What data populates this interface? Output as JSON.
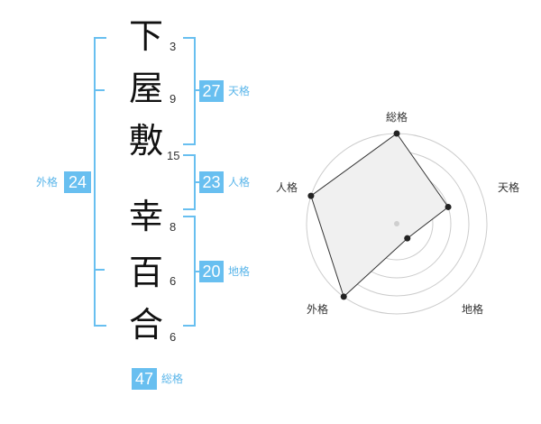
{
  "name_chars": [
    {
      "char": "下",
      "strokes": "3"
    },
    {
      "char": "屋",
      "strokes": "9"
    },
    {
      "char": "敷",
      "strokes": "15"
    },
    {
      "char": "幸",
      "strokes": "8"
    },
    {
      "char": "百",
      "strokes": "6"
    },
    {
      "char": "合",
      "strokes": "6"
    }
  ],
  "fortunes": {
    "tenkaku": {
      "label": "天格",
      "value": "27"
    },
    "jinkaku": {
      "label": "人格",
      "value": "23"
    },
    "chikaku": {
      "label": "地格",
      "value": "20"
    },
    "gaikaku": {
      "label": "外格",
      "value": "24"
    },
    "soukaku": {
      "label": "総格",
      "value": "47"
    }
  },
  "colors": {
    "accent": "#68bff0",
    "radar_fill": "#f0f0f0",
    "grid": "#cccccc"
  },
  "chart_data": {
    "type": "radar",
    "axes": [
      "総格",
      "天格",
      "地格",
      "外格",
      "人格"
    ],
    "values": [
      5,
      3,
      1,
      5,
      5
    ],
    "max": 5,
    "grid_levels": 5
  }
}
